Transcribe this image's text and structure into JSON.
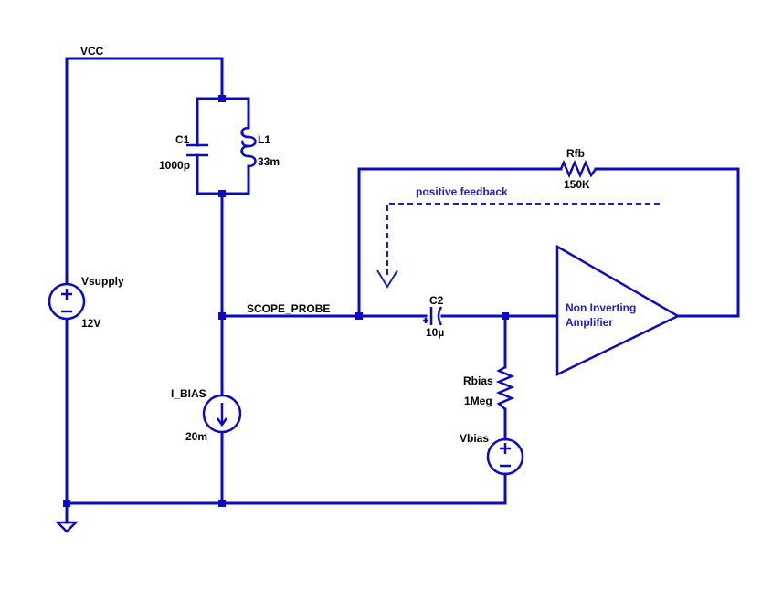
{
  "nets": {
    "vcc": "VCC",
    "scope_probe": "SCOPE_PROBE"
  },
  "components": {
    "c1": {
      "ref": "C1",
      "value": "1000p"
    },
    "l1": {
      "ref": "L1",
      "value": "33m"
    },
    "vsupply": {
      "ref": "Vsupply",
      "value": "12V"
    },
    "i_bias": {
      "ref": "I_BIAS",
      "value": "20m"
    },
    "rfb": {
      "ref": "Rfb",
      "value": "150K"
    },
    "c2": {
      "ref": "C2",
      "value": "10µ"
    },
    "rbias": {
      "ref": "Rbias",
      "value": "1Meg"
    },
    "vbias": {
      "ref": "Vbias"
    }
  },
  "amplifier": {
    "line1": "Non Inverting",
    "line2": "Amplifier"
  },
  "annotation": "positive feedback",
  "colors": {
    "wire": "#0b0bbf",
    "annotation": "#1f1fb8",
    "text": "#000000"
  }
}
